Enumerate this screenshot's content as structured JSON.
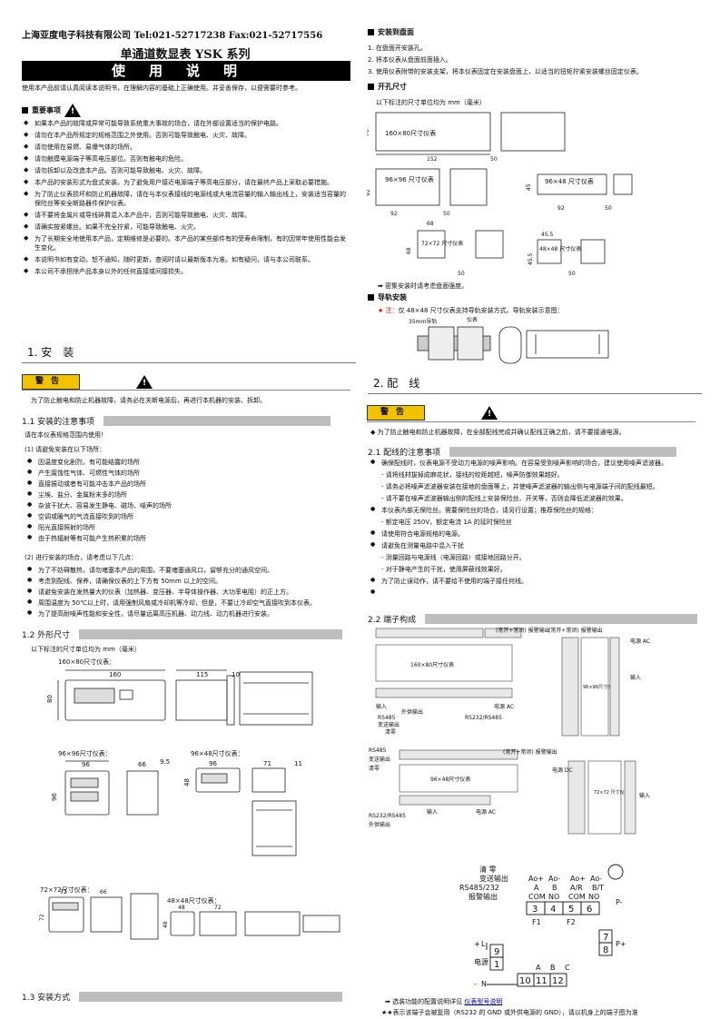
{
  "header": {
    "company": "上海亚度电子科技有限公司 Tel:021-52717238 Fax:021-52717556",
    "product": "单通道数显表 YSK 系列",
    "manual_title": "使用说明"
  },
  "intro": "使用本产品前请认真阅读本说明书，在理解内容的基础上正确使用。并妥善保存，以便需要时参考。",
  "notes": {
    "title": "重要事项",
    "items": [
      "如果本产品的故障或异常可能导致系统重大事故的场合，请在外部设置适当的保护电路。",
      "请勿在本产品所规定的规格范围之外使用。否则可能导致触电、火灾、故障。",
      "请勿使用在易燃、易爆气体的场所。",
      "请勿触摸电源端子等高电压部位。否则有触电的危险。",
      "请勿拆卸以及改造本产品。否则可能导致触电、火灾、故障。",
      "本产品的安装形式为盘式安装。为了避免用户接近电源端子等高电压部分，请在最终产品上采取必要措施。",
      "为了防止仪表损坏和防止机器故障，请在与本仪表接线的电源线或大电流容量的输入输出线上，安装适当容量的保险丝等安全断路器件保护仪表。",
      "请不要将金属片或导线碎屑混入本产品中，否则可能导致触电、火灾、故障。",
      "请确实按紧螺丝。如果不完全拧紧，可能导致触电、火灾。",
      "为了长期安全地使用本产品，定期维修是必要的。本产品的某些部件有的受寿命限制，有的因常年使用性能会发生变化。",
      "本说明书如有变动，恕不通知，随时更新，查阅时请以最新版本为准。如有疑问，请与本公司联系。",
      "本公司不承担除产品本身以外的任何直接或间接损失。"
    ]
  },
  "install": {
    "title": "1. 安　装",
    "warning_label": "警告",
    "warning_text": "为了防止触电和防止机器故障，请务必在关断电源后，再进行本机器的安装、拆卸。",
    "s11_title": "1.1 安装的注意事项",
    "s11_intro": "请在本仪表规格范围内使用！",
    "s11_avoid": "(1) 请避免安装在以下场所：",
    "avoid_items": [
      "因温度变化剧烈，有可能结露的场所",
      "产生腐蚀性气体、可燃性气体的场所",
      "直接振动或者有可能冲击本产品的场所",
      "尘埃、盐分、金属粉末多的场所",
      "杂波干扰大、容易发生静电、磁场、噪声的场所",
      "空调或暖气的气流直接吹到的场所",
      "阳光直接照射的场所",
      "由于热辐射等有可能产生热积累的场所"
    ],
    "s11_note": "(2) 进行安装的场合，请考虑以下几点：",
    "note_items": [
      "为了不妨碍散热，请勿堵塞本产品的周围，不要堵塞通风口，留够充分的通风空间。",
      "考虑到配线、保养，请确保仪表的上下方有 50mm 以上的空间。",
      "请避免安装在发热量大的仪表（加热器、变压器、半导体操作器、大功率电阻）的正上方。",
      "周围温度为 50℃以上时，请用强制风扇或冷却机等冷却，但是，不要让冷却空气直接吹到本仪表。",
      "为了提高耐噪声性能和安全性，请尽量远离高压机器、动力线、动力机器进行安装。"
    ],
    "s12_title": "1.2 外形尺寸",
    "s12_unit": "以下标注的尺寸单位均为 mm（毫米）",
    "s13_title": "1.3 安装方式"
  },
  "dims": {
    "d160_label": "160×80尺寸仪表：",
    "d160_w": "160",
    "d160_side": "115",
    "d160_t": "10",
    "d160_h": "80",
    "d96_label": "96×96尺寸仪表：",
    "d96_w": "96",
    "d96_side": "66",
    "d96_t": "9.5",
    "d96_h": "96",
    "d48_label": "96×48尺寸仪表：",
    "d48_w": "96",
    "d48_side": "71",
    "d48_t": "11",
    "d48_h": "48",
    "d72_label": "72×72尺寸仪表：",
    "d72_w": "72",
    "d72_side": "66",
    "d72_h": "72",
    "d4848_label": "48×48尺寸仪表：",
    "d4848_w": "48",
    "d4848_side": "72",
    "d4848_h": "48"
  },
  "mount": {
    "title": "安装到盘面",
    "steps": [
      "在盘面开安装孔。",
      "将本仪表从盘面前面插入。",
      "使用仪表附带的安装支架，将本仪表固定在安装盘面上，以适当的扭矩拧紧安装螺丝固定仪表。"
    ]
  },
  "cutout": {
    "title": "开孔尺寸",
    "unit": "以下标注的尺寸单位均为 mm（毫米）",
    "c160": "160×80尺寸仪表",
    "c160_h": "76",
    "c160_w": "152",
    "c160_gap": "50",
    "c96": "96×96\n尺寸仪表",
    "c96_h": "92",
    "c96_w": "92",
    "c96_gap": "50",
    "c9648": "96×48\n尺寸仪表",
    "c9648_h": "45",
    "c9648_w": "92",
    "c9648_gap": "50",
    "c72": "72×72\n尺寸仪表",
    "c72_w": "68",
    "c72_h": "68",
    "c72_gap": "50",
    "c48": "48×48\n尺寸仪表",
    "c48_w": "45.5",
    "c48_h": "45.5",
    "c48_gap": "50",
    "note": "密集安装时请考虑盘面强度。"
  },
  "rail": {
    "title": "导轨安装",
    "note_star": "注：",
    "note": "仅 48×48 尺寸仪表支持导轨安装方式。导轨安装示意图：",
    "lbl_rail": "35mm导轨",
    "lbl_meter": "仪表"
  },
  "wiring": {
    "title": "2. 配　线",
    "warning_label": "警告",
    "warning_text": "为了防止触电和防止机器故障，在全部配线完成并确认配线正确之前，请不要接通电源。",
    "s21_title": "2.1 配线的注意事项",
    "items": [
      "确保配线时，仪表电源不受动力电源的噪声影响。在容易受到噪声影响的场合，建议使用噪声滤波器。",
      "本仪表内部无保险丝。需要保险丝的场合，请另行设置；推荐保险丝的规格：",
      "请使用符合电源规格的电源。",
      "请避免在测量电路中混入干扰",
      "为了防止误动作，请不要给不使用的端子接任何线。",
      ""
    ],
    "sub1": [
      "请将线材拔掉成麻花状，接线的绞距越短，噪声防御效果越好。",
      "请务必将噪声滤波器安装在接地的盘面等上，并使噪声滤波器的输出侧与电源端子间的配线最短。",
      "请不要在噪声滤波器输出侧的配线上安装保险丝、开关等，否则会降低滤波器的效果。"
    ],
    "sub2": [
      "额定电压 250V，额定电流 1A 的延时保险丝"
    ],
    "sub4": [
      "测量回路与电源线（电源回路）或接地回路分开。",
      "对于静电产生的干扰，使用屏蔽线效果好。"
    ],
    "s22_title": "2.2 端子构成",
    "terminal_labels": {
      "t160": "160×80尺寸仪表",
      "t96": "96×96尺寸仪表",
      "t9648": "96×48尺寸仪表",
      "t7272": "72×72\n尺寸仪表",
      "alarm": "(常开+常闭)\n报警输出",
      "input": "输入",
      "power": "电源 AC",
      "rs485": "RS485",
      "trans": "变送输出",
      "clear": "清零",
      "power_dc": "电源 DC",
      "rs232": "RS232/RS485",
      "ext_power": "外供输出"
    },
    "final_labels": {
      "clear": "清 零",
      "trans": "变送输出",
      "rs": "RS485/232",
      "alarm": "报警输出",
      "aoplus": "Ao+",
      "aominus": "Ao-",
      "com1": "COM",
      "no1": "NO",
      "com2": "COM",
      "no2": "NO",
      "a": "A",
      "b": "B",
      "ar": "A/R",
      "bt": "B/T",
      "t3": "3",
      "t4": "4",
      "t5": "5",
      "t6": "6",
      "t7": "7",
      "t8": "8",
      "t9": "9",
      "t1": "1",
      "t10": "10",
      "t11": "11",
      "t12": "12",
      "ta": "A",
      "tb": "B",
      "tc": "C",
      "pminus": "P-",
      "pplus": "P+",
      "f1": "F1",
      "f2": "F2",
      "power_side": "电源",
      "l": "L",
      "n": "N",
      "plus": "+",
      "minus": "-"
    },
    "footer1_pre": "选装功能的配置说明详见",
    "footer1_link": "仪表型号说明",
    "footer2": "表示该端子会被复用（RS232 的 GND 或外供电源的 GND），请以机身上的端子图为准"
  },
  "colors": {
    "warning": "#f2c200",
    "bar_gray": "#bdbdbd",
    "link": "#0000cc"
  }
}
